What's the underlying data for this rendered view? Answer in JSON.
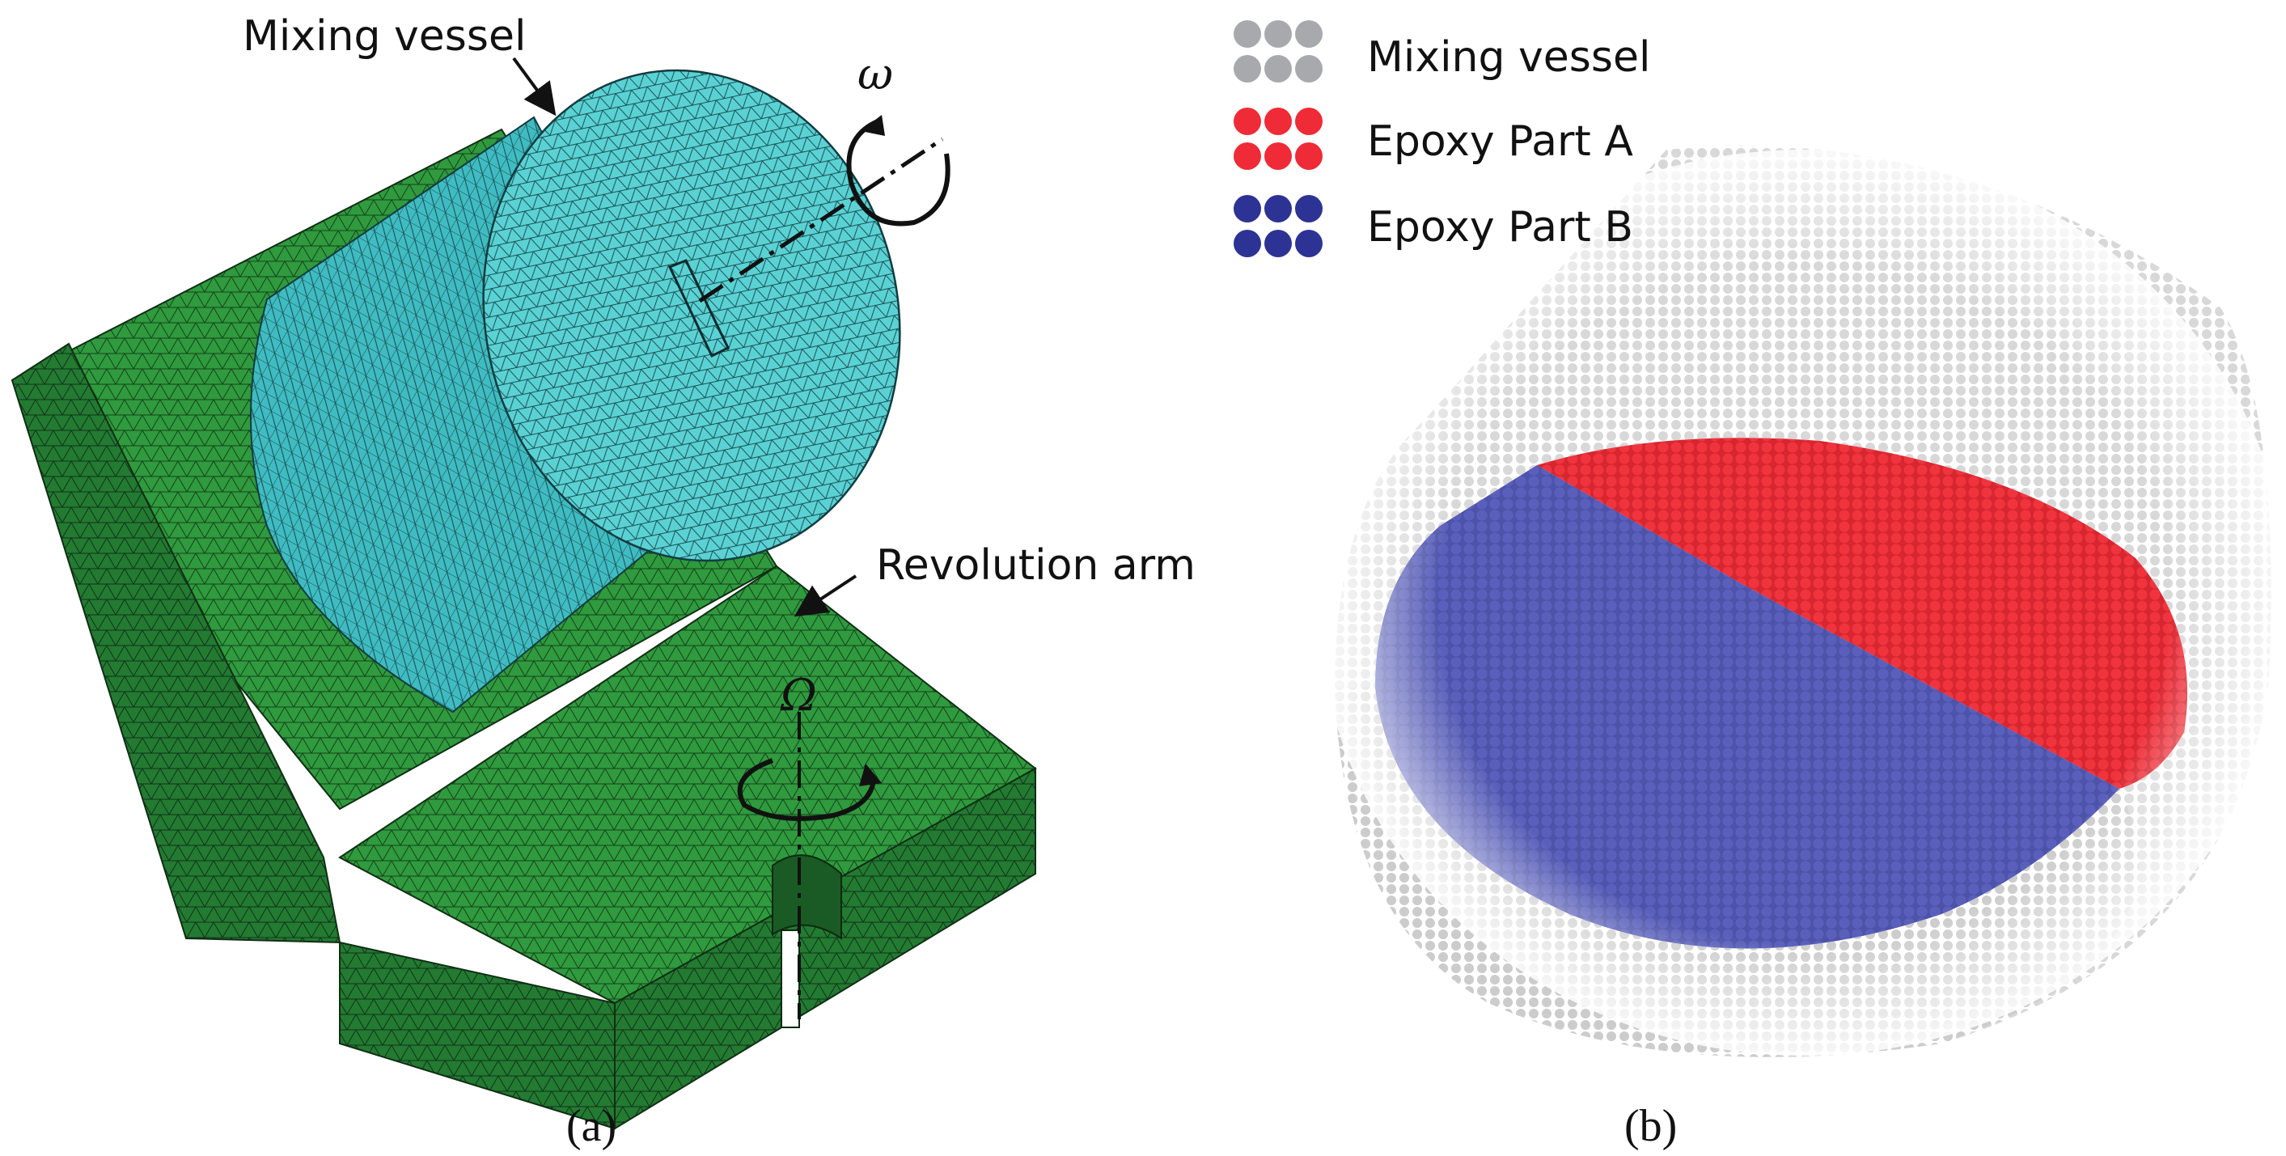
{
  "panel_a": {
    "callouts": {
      "mixing_vessel": "Mixing vessel",
      "revolution_arm": "Revolution arm"
    },
    "symbols": {
      "rotation": "ω",
      "revolution": "Ω"
    },
    "caption": "(a)"
  },
  "panel_b": {
    "legend": [
      {
        "label": "Mixing vessel",
        "color": "#a8a9ad"
      },
      {
        "label": "Epoxy Part A",
        "color": "#ee2b36"
      },
      {
        "label": "Epoxy Part B",
        "color": "#2d3394"
      }
    ],
    "caption": "(b)"
  },
  "colors": {
    "arm_green": "#2f9a3e",
    "vessel_cyan": "#4fcfcf",
    "particle_gray": "#b5b5b5",
    "particle_red": "#ee2b36",
    "particle_blue": "#2d3394"
  }
}
